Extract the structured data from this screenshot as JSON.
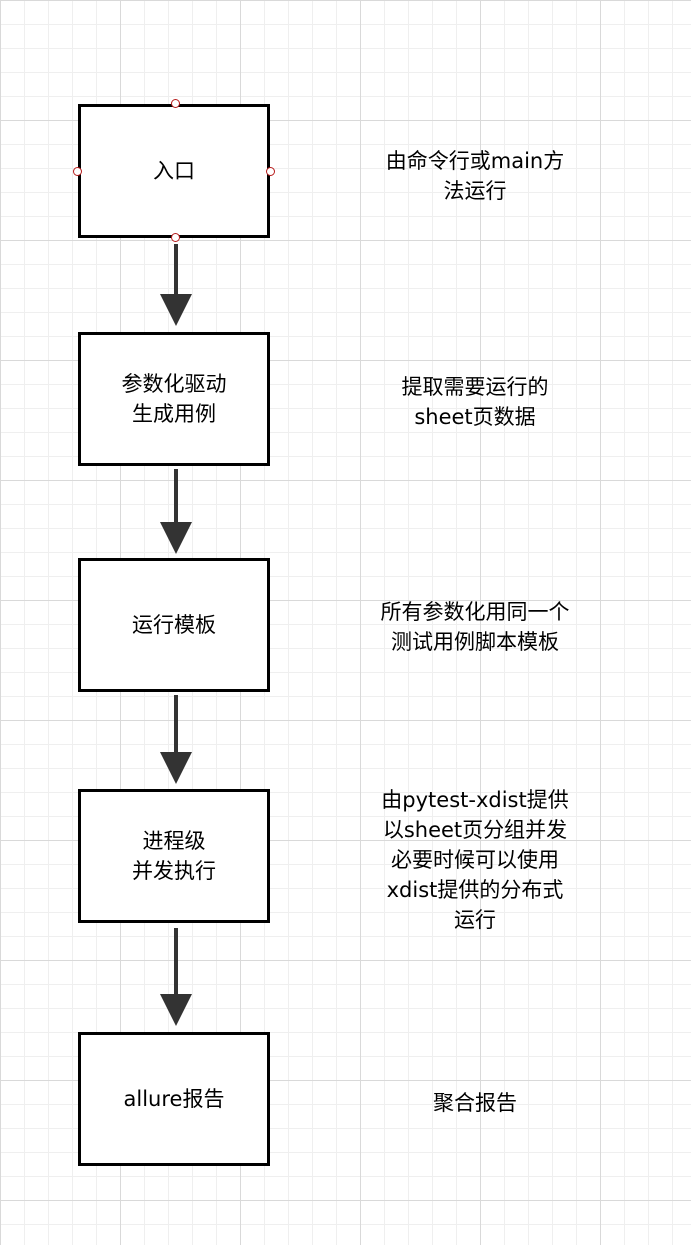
{
  "steps": [
    {
      "box_label": "入口",
      "note": "由命令行或main方\n法运行"
    },
    {
      "box_label": "参数化驱动\n生成用例",
      "note": "提取需要运行的\nsheet页数据"
    },
    {
      "box_label": "运行模板",
      "note": "所有参数化用同一个\n测试用例脚本模板"
    },
    {
      "box_label": "进程级\n并发执行",
      "note": "由pytest-xdist提供\n以sheet页分组并发\n必要时候可以使用\nxdist提供的分布式\n运行"
    },
    {
      "box_label": "allure报告",
      "note": "聚合报告"
    }
  ],
  "colors": {
    "box_border": "#000000",
    "arrow": "#333333",
    "grid_major": "#d9d9d9",
    "grid_minor": "#efefef",
    "selection_handle": "#b71c1c"
  }
}
